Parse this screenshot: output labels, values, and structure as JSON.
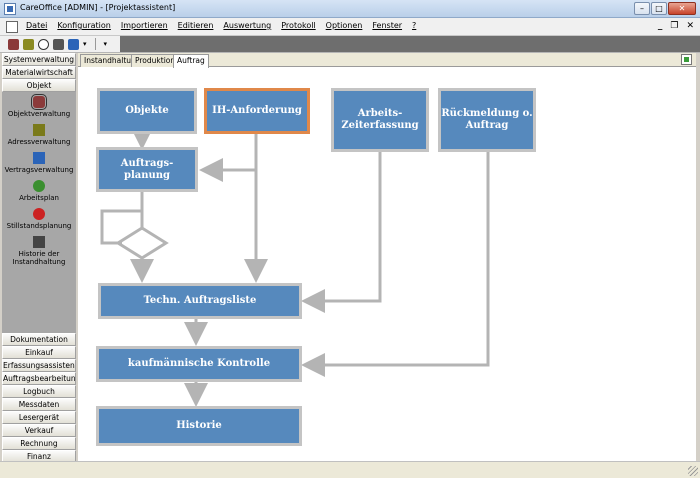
{
  "window": {
    "title": "CareOffice [ADMIN] - [Projektassistent]"
  },
  "menu": {
    "items": [
      "Datei",
      "Konfiguration",
      "Importieren",
      "Editieren",
      "Auswertung",
      "Protokoll",
      "Optionen",
      "Fenster",
      "?"
    ],
    "mdi_controls": [
      "_",
      "❐",
      "✕"
    ]
  },
  "toolbar": {
    "dropdown_symbol": "▾"
  },
  "sidebar": {
    "top_buttons": [
      "Systemverwaltung",
      "Materialwirtschaft",
      "Objekt"
    ],
    "panel_items": [
      {
        "label": "Objektverwaltung",
        "icon": "objekt-icon",
        "color": "#8b3a3a"
      },
      {
        "label": "Adressverwaltung",
        "icon": "address-icon",
        "color": "#7a7a1a"
      },
      {
        "label": "Vertragsverwaltung",
        "icon": "contract-icon",
        "color": "#2b64b8"
      },
      {
        "label": "Arbeitsplan",
        "icon": "workplan-icon",
        "color": "#3a8f2f"
      },
      {
        "label": "Stillstandsplanung",
        "icon": "stop-icon",
        "color": "#cc2222"
      },
      {
        "label": "Historie der Instandhaltung",
        "icon": "history-icon",
        "color": "#444444"
      }
    ],
    "bottom_buttons": [
      "Dokumentation",
      "Einkauf",
      "Erfassungsassistent",
      "Auftragsbearbeitung",
      "Logbuch",
      "Messdaten",
      "Lesergerät",
      "Verkauf",
      "Rechnung",
      "Finanz"
    ]
  },
  "tabs": [
    "Instandhaltung",
    "Produktion",
    "Auftrag"
  ],
  "active_tab": "Auftrag",
  "diagram": {
    "objekte": "Objekte",
    "ih_anforderung": "IH-Anforderung",
    "arbeitszeit": "Arbeits-\nZeiterfassung",
    "rueckmeldung": "Rückmeldung o.\nAuftrag",
    "auftragsplanung": "Auftrags-\nplanung",
    "auftragsliste": "Techn. Auftragsliste",
    "kontrolle": "kaufmännische Kontrolle",
    "historie": "Historie"
  },
  "colors": {
    "box_fill": "#5689bd",
    "box_border": "#c4c4c4",
    "highlight_border": "#e0884a",
    "connector": "#b4b4b4"
  }
}
